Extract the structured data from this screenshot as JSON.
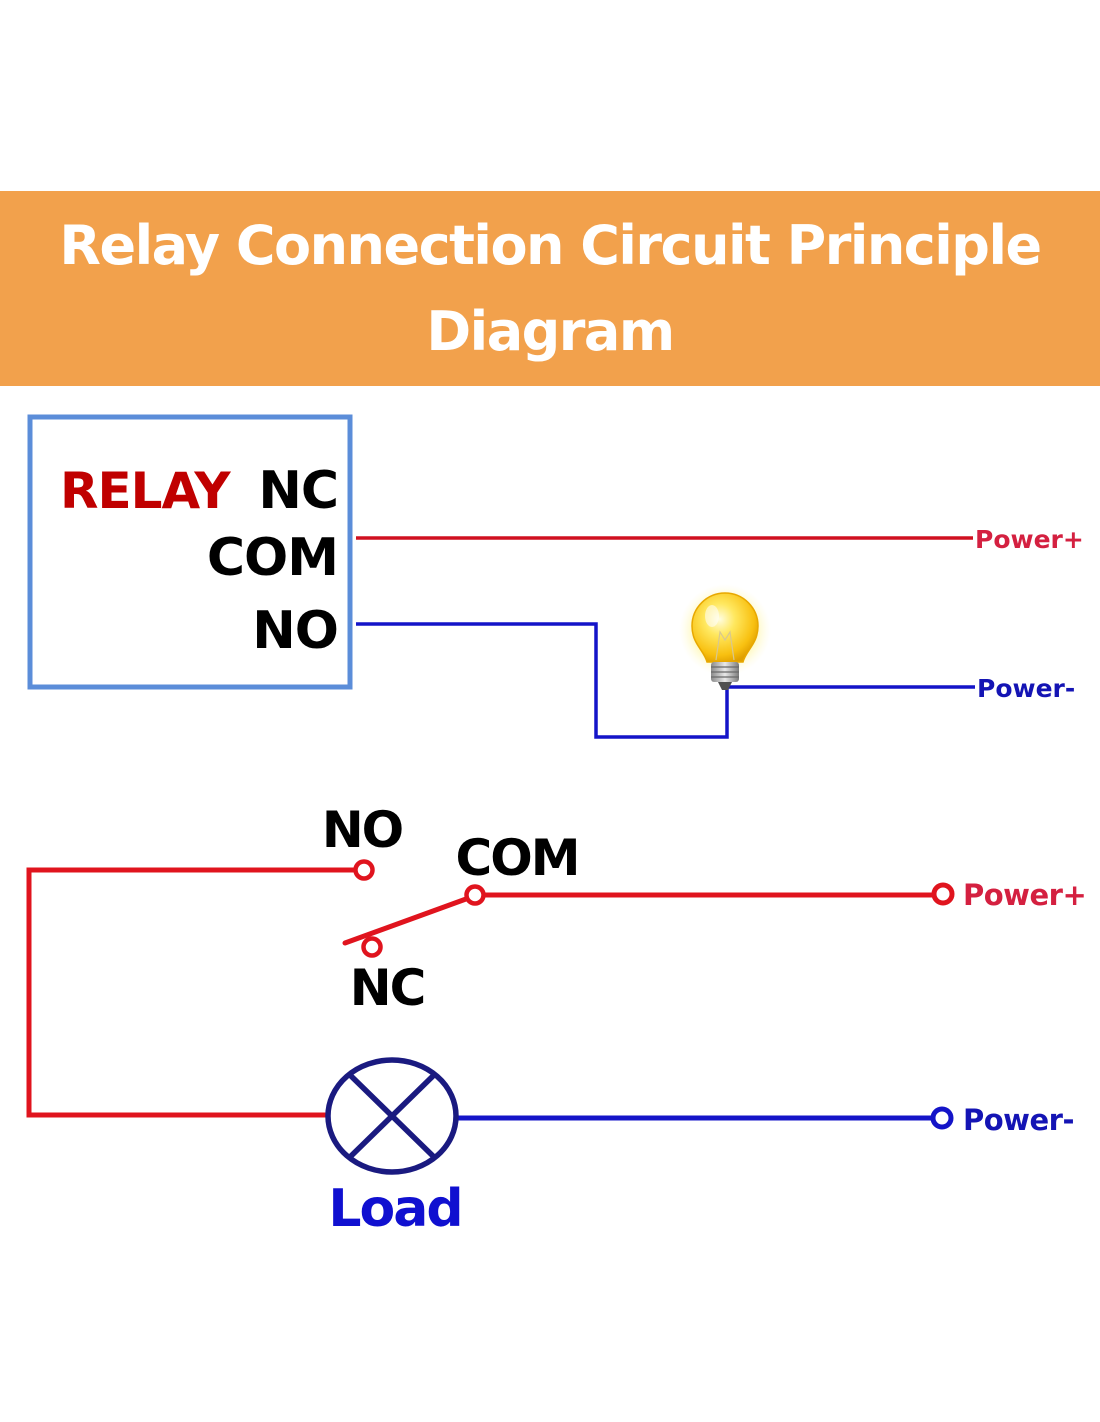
{
  "title": {
    "line1": "Relay Connection Circuit Principle",
    "line2": "Diagram"
  },
  "colors": {
    "banner": "#f2a14c",
    "banner_text": "#ffffff",
    "relay_box_border": "#5b8dd9",
    "relay_label": "#c00000",
    "positive_wire": "#e0141e",
    "negative_wire": "#1414c8",
    "load_symbol": "#1a1a80",
    "terminal_text": "#000000",
    "power_plus_text": "#d42040",
    "power_minus_text": "#1414b4",
    "load_text": "#1010d0"
  },
  "top_circuit": {
    "relay_label": "RELAY",
    "terminals": [
      "NC",
      "COM",
      "NO"
    ],
    "power_plus_label": "Power+",
    "power_minus_label": "Power-",
    "load_icon": "light-bulb-icon"
  },
  "bottom_circuit": {
    "terminal_no": "NO",
    "terminal_com": "COM",
    "terminal_nc": "NC",
    "power_plus_label": "Power+",
    "power_minus_label": "Power-",
    "load_label": "Load",
    "load_icon": "lamp-symbol-icon"
  }
}
